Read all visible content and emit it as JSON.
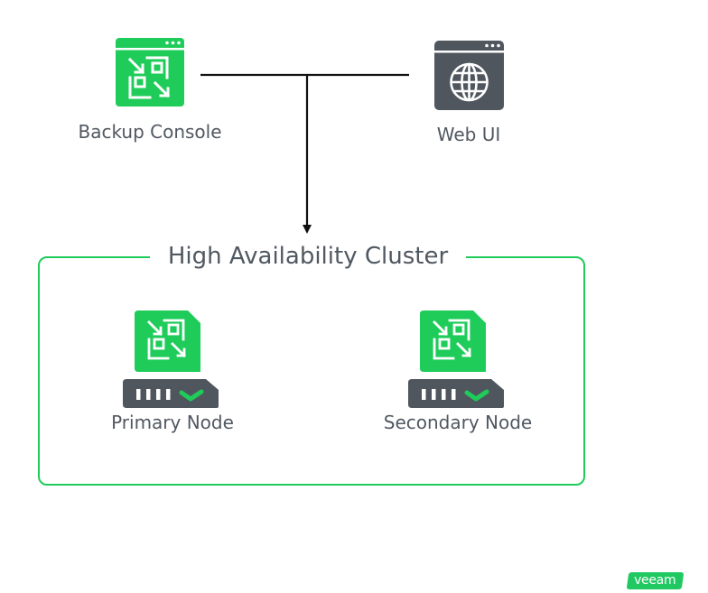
{
  "colors": {
    "brand_green": "#1fcc5a",
    "icon_gray": "#50565e",
    "text_gray": "#505861",
    "connector": "#111111"
  },
  "nodes": {
    "backup_console": {
      "label": "Backup Console",
      "icon": "veeam-console-window-icon"
    },
    "web_ui": {
      "label": "Web UI",
      "icon": "globe-window-icon"
    }
  },
  "cluster": {
    "title": "High Availability Cluster",
    "members": [
      {
        "label": "Primary Node",
        "icon": "veeam-server-icon",
        "status_icon": "checkmark-icon"
      },
      {
        "label": "Secondary Node",
        "icon": "veeam-server-icon",
        "status_icon": "checkmark-icon"
      }
    ]
  },
  "logo": {
    "text": "veeam"
  }
}
